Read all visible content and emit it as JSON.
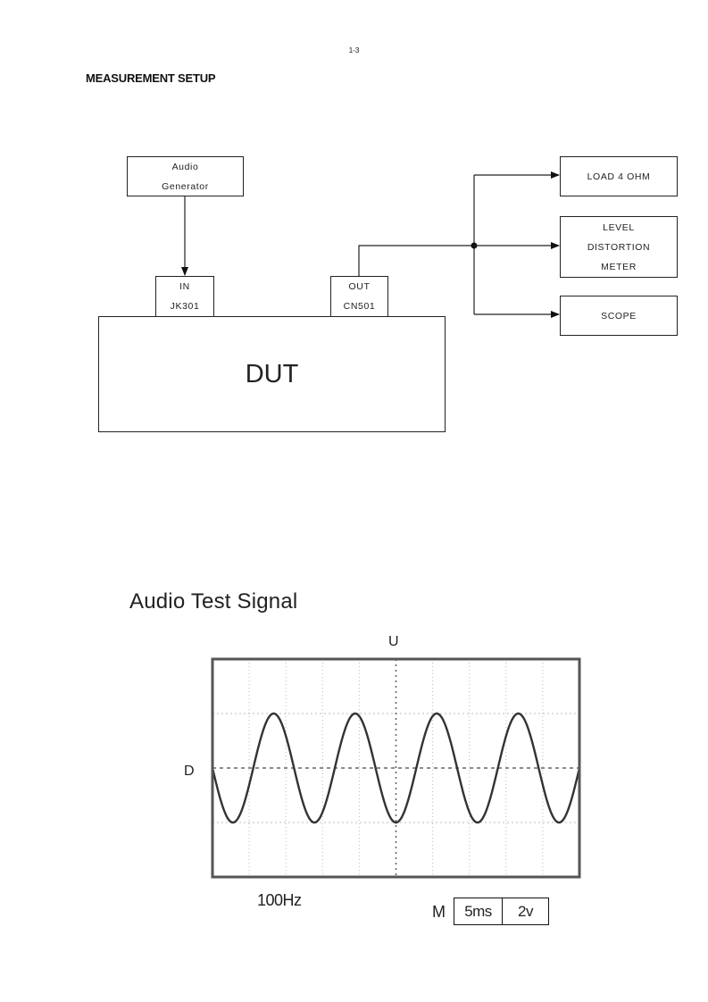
{
  "page": {
    "page_number": "1-3",
    "heading": "MEASUREMENT SETUP"
  },
  "setup_diagram": {
    "audio_generator": {
      "lines": [
        "Audio",
        "Generator"
      ]
    },
    "input_port": {
      "lines": [
        "IN",
        "JK301"
      ]
    },
    "output_port": {
      "lines": [
        "OUT",
        "CN501"
      ]
    },
    "dut": {
      "label": "DUT"
    },
    "outputs": [
      {
        "lines": [
          "LOAD 4 OHM"
        ]
      },
      {
        "lines": [
          "LEVEL",
          "DISTORTION",
          "METER"
        ]
      },
      {
        "lines": [
          "SCOPE"
        ]
      }
    ],
    "connections": [
      {
        "from": "Audio Generator",
        "to": "IN JK301"
      },
      {
        "from": "OUT CN501",
        "to": "LOAD 4 OHM"
      },
      {
        "from": "OUT CN501",
        "to": "LEVEL DISTORTION METER"
      },
      {
        "from": "OUT CN501",
        "to": "SCOPE"
      }
    ]
  },
  "scope": {
    "title": "Audio Test Signal",
    "u_label": "U",
    "d_label": "D",
    "frequency": "100Hz",
    "mode_label": "M",
    "timebase": "5ms",
    "voltage_div": "2v"
  },
  "chart_data": {
    "type": "line",
    "title": "Audio Test Signal",
    "xlabel": "",
    "ylabel": "U",
    "signal": "sine",
    "frequency_hz": 100,
    "timebase_ms_per_div": 5,
    "volts_per_div": 2,
    "amplitude_divisions": 1,
    "cycles_shown": 4.5,
    "start_phase": "zero-crossing, descending",
    "horizontal_divisions": 10,
    "vertical_divisions": 4,
    "grid": true
  }
}
